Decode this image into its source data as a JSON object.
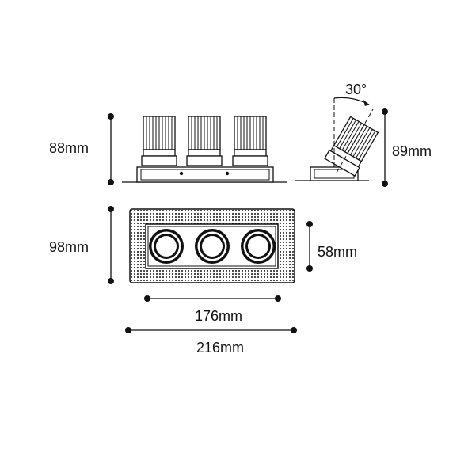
{
  "dimensions": {
    "front_height": "88mm",
    "side_height": "89mm",
    "tilt_angle": "30°",
    "plan_height": "98mm",
    "cutout_height": "58mm",
    "inner_width": "176mm",
    "outer_width": "216mm"
  },
  "colors": {
    "stroke": "#111111",
    "background": "#ffffff"
  }
}
